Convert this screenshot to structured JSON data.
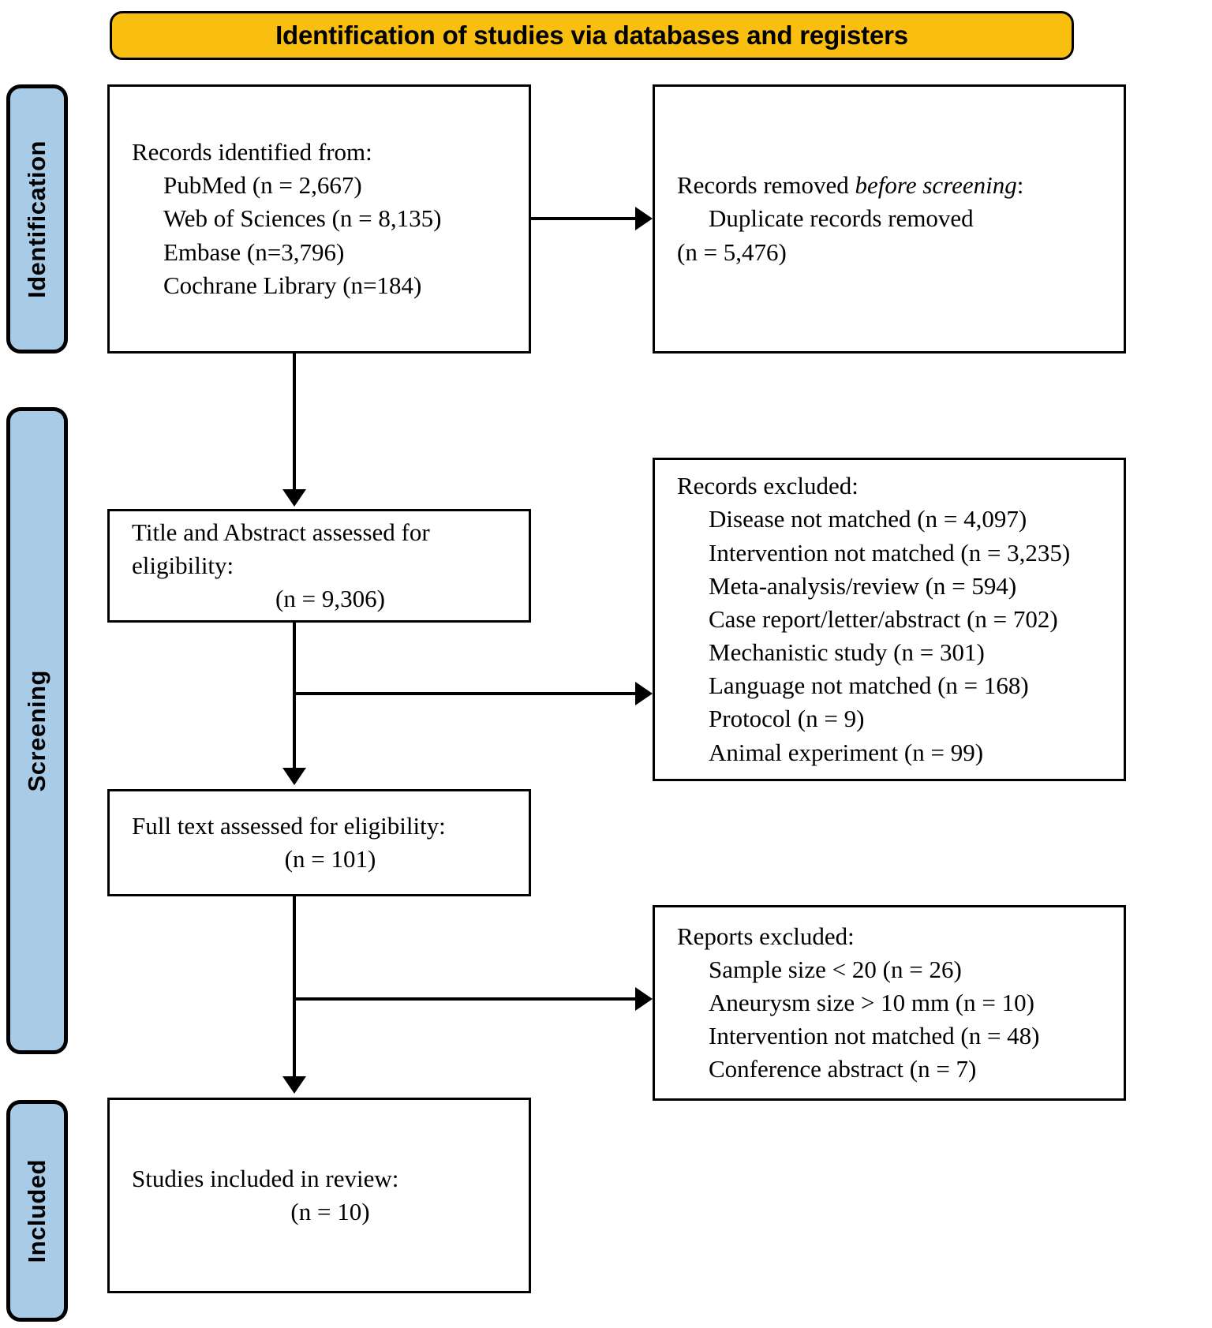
{
  "banner": {
    "title": "Identification of studies via databases and registers",
    "color": "#F8BE10"
  },
  "rails": [
    {
      "label": "Identification"
    },
    {
      "label": "Screening"
    },
    {
      "label": "Included"
    }
  ],
  "rail_color": "#A8CBE8",
  "boxes": {
    "identified": {
      "heading": "Records identified from:",
      "items": [
        "PubMed (n = 2,667)",
        "Web of Sciences (n = 8,135)",
        "Embase (n=3,796)",
        "Cochrane Library (n=184)"
      ]
    },
    "removed_before_screening": {
      "heading_pre": "Records removed ",
      "heading_em": "before screening",
      "heading_post": ":",
      "items": [
        "Duplicate records removed"
      ],
      "count": "(n = 5,476)"
    },
    "title_abstract": {
      "line1": "Title and Abstract assessed for",
      "line2": "eligibility:",
      "count": "(n = 9,306)"
    },
    "records_excluded": {
      "heading": "Records excluded:",
      "items": [
        "Disease not matched (n = 4,097)",
        "Intervention not matched (n = 3,235)",
        "Meta-analysis/review (n = 594)",
        "Case report/letter/abstract (n = 702)",
        "Mechanistic study (n = 301)",
        "Language not matched (n = 168)",
        "Protocol (n = 9)",
        "Animal experiment (n = 99)"
      ]
    },
    "full_text": {
      "line1": "Full text assessed for eligibility:",
      "count": "(n = 101)"
    },
    "reports_excluded": {
      "heading": "Reports excluded:",
      "items": [
        "Sample size < 20 (n = 26)",
        "Aneurysm size > 10 mm (n = 10)",
        "Intervention not matched (n = 48)",
        "Conference abstract (n = 7)"
      ]
    },
    "included": {
      "line1": "Studies included in review:",
      "count": "(n = 10)"
    }
  }
}
